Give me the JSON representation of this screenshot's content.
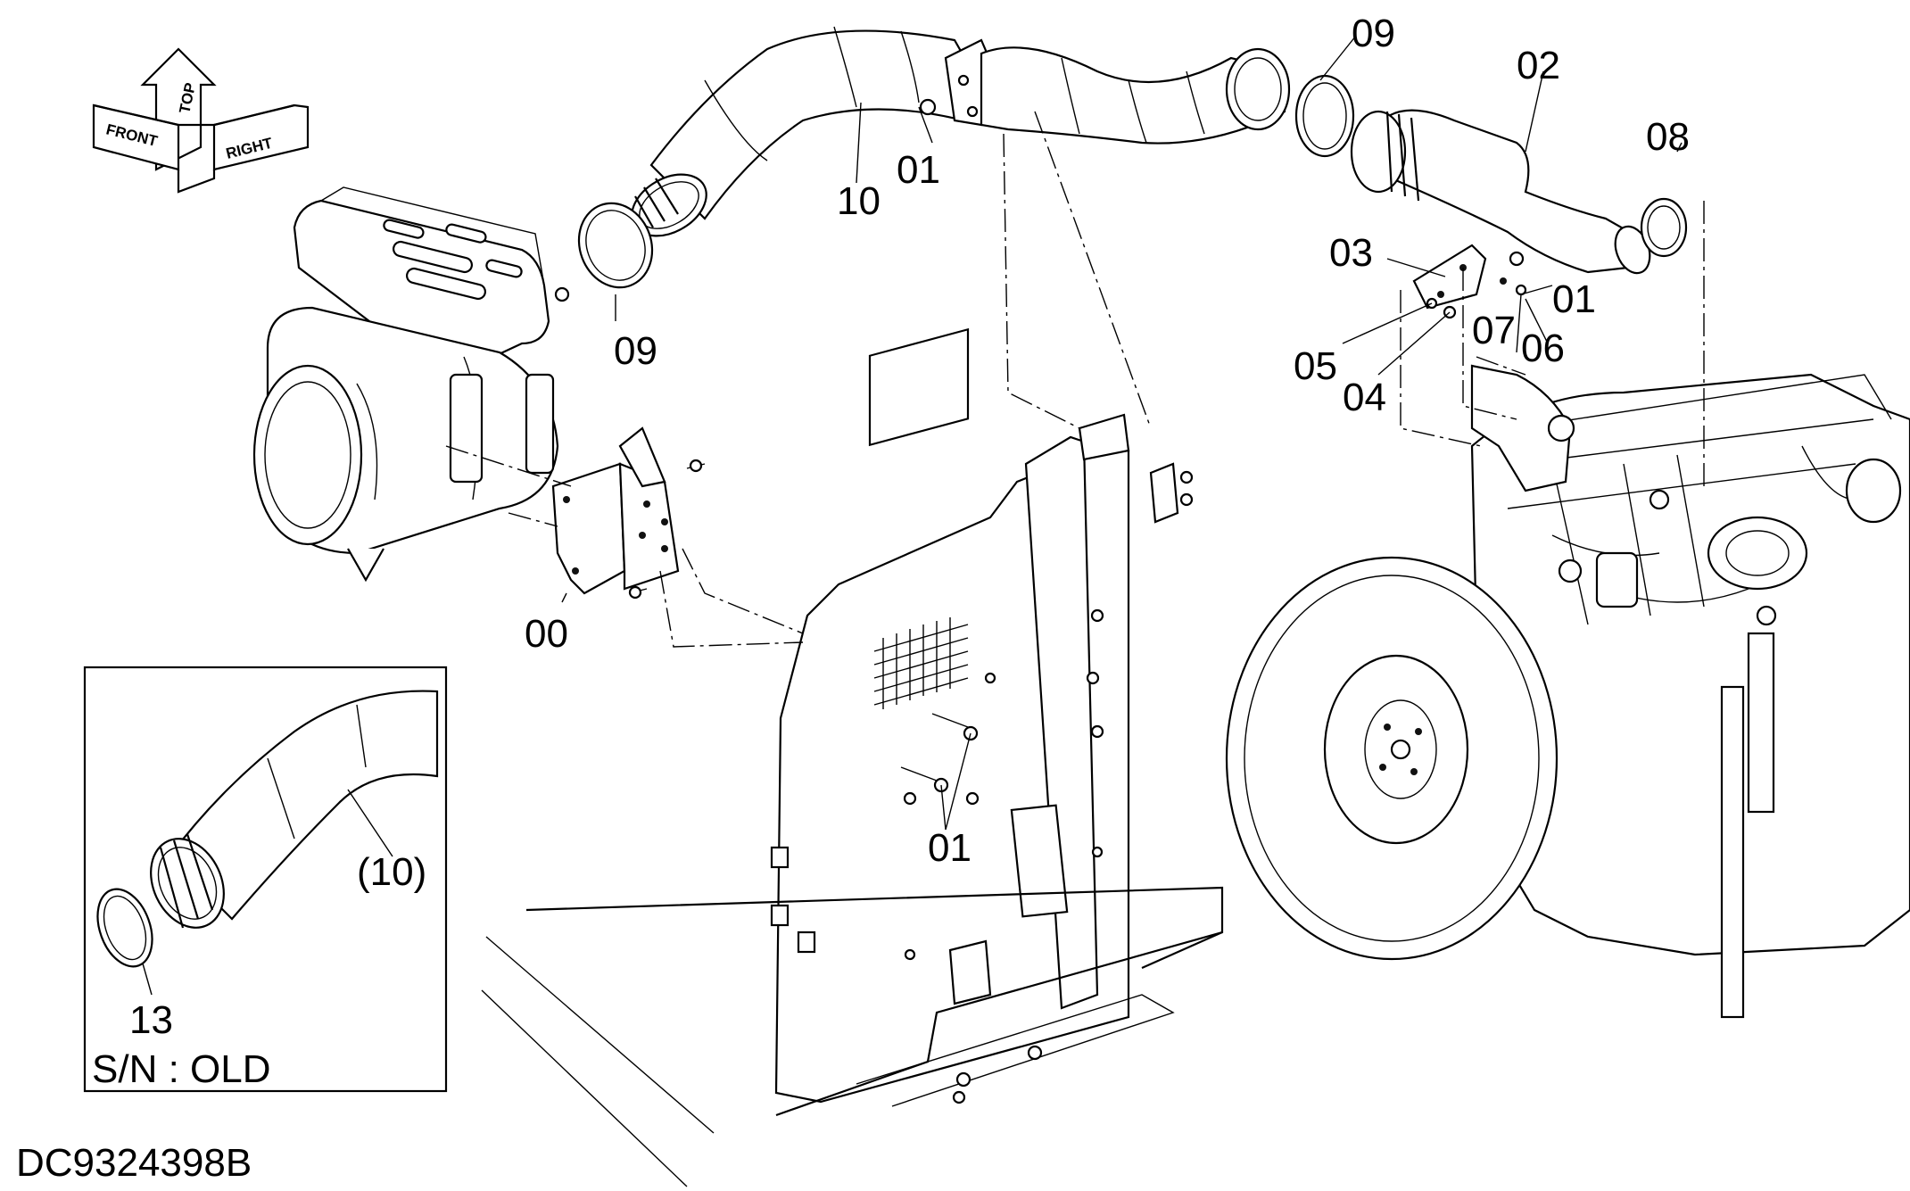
{
  "drawing": {
    "code": "DC9324398B",
    "orientation": {
      "front": "FRONT",
      "top": "TOP",
      "right": "RIGHT"
    },
    "callouts": {
      "c00": "00",
      "c01_hose": "01",
      "c01_bracket": "01",
      "c01_frame": "01",
      "c02": "02",
      "c03": "03",
      "c04": "04",
      "c05": "05",
      "c06": "06",
      "c07": "07",
      "c08": "08",
      "c09_left": "09",
      "c09_top": "09",
      "c10": "10"
    },
    "inset": {
      "part_ref": "(10)",
      "clamp": "13",
      "serial_note": "S/N : OLD"
    }
  }
}
